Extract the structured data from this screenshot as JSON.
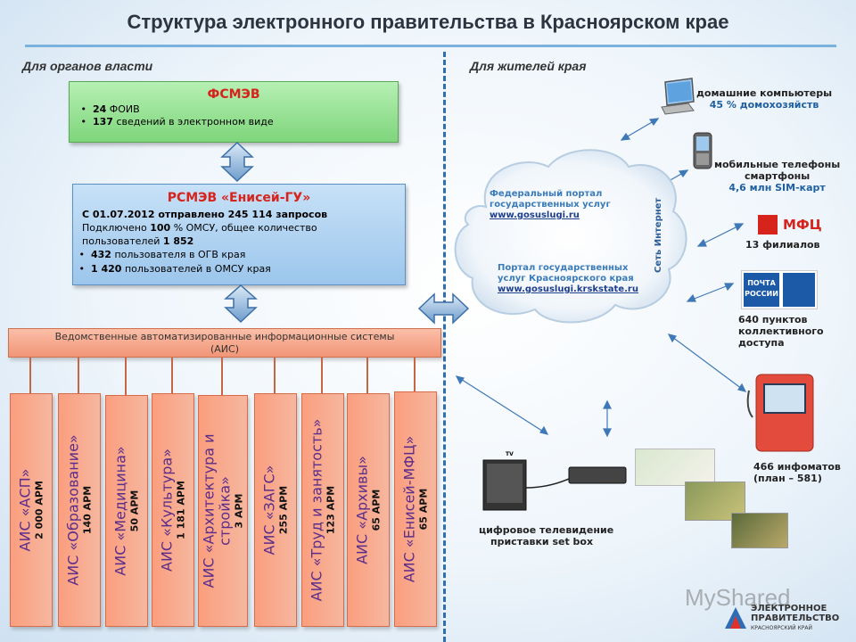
{
  "title": "Структура электронного правительства в Красноярском крае",
  "sections": {
    "left": "Для органов власти",
    "right": "Для жителей края"
  },
  "fsmev": {
    "title": "ФСМЭВ",
    "items": [
      {
        "bold": "24",
        "text": " ФОИВ"
      },
      {
        "bold": "137",
        "text": " сведений в электронном виде"
      }
    ]
  },
  "rsmev": {
    "title": "РСМЭВ «Енисей-ГУ»",
    "line1": "С 01.07.2012 отправлено 245 114 запросов",
    "line2a": "Подключено ",
    "line2b": "100",
    "line2c": " % ОМСУ, общее количество",
    "line3a": "пользователей ",
    "line3b": "1 852",
    "items": [
      {
        "bold": "432",
        "text": " пользователя в ОГВ края"
      },
      {
        "bold": "1 420",
        "text": " пользователей в ОМСУ края"
      }
    ]
  },
  "ais": {
    "header_line1": "Ведомственные автоматизированные информационные системы",
    "header_line2": "(АИС)",
    "systems": [
      {
        "name": "АИС «АСП»",
        "arm": "2 000 АРМ"
      },
      {
        "name": "АИС «Образование»",
        "arm": "140 АРМ"
      },
      {
        "name": "АИС «Медицина»",
        "arm": "50 АРМ"
      },
      {
        "name": "АИС «Культура»",
        "arm": "1 181 АРМ"
      },
      {
        "name": "АИС «Архитектура и стройка»",
        "arm": "3 АРМ"
      },
      {
        "name": "АИС «ЗАГС»",
        "arm": "255 АРМ"
      },
      {
        "name": "АИС «Труд и занятость»",
        "arm": "123 АРМ"
      },
      {
        "name": "АИС «Архивы»",
        "arm": "65 АРМ"
      },
      {
        "name": "АИС «Енисей-МФЦ»",
        "arm": "65 АРМ"
      }
    ]
  },
  "cloud": {
    "portal1_line1": "Федеральный портал",
    "portal1_line2": "государственных услуг",
    "portal1_url": "www.gosuslugi.ru",
    "portal2_line1": "Портал государственных",
    "portal2_line2": "услуг Красноярского края",
    "portal2_url": "www.gosuslugi.krskstate.ru",
    "network": "Сеть Интернет"
  },
  "channels": {
    "pc_line1": "домашние компьютеры",
    "pc_line2": "45 % домохозяйств",
    "mobile_line1": "мобильные телефоны",
    "mobile_line2": "смартфоны",
    "mobile_line3": "4,6 млн SIM-карт",
    "mfc_logo": "МФЦ",
    "mfc_label": "13 филиалов",
    "post_logo": "ПОЧТА РОССИИ",
    "post_line1": "640 пунктов",
    "post_line2": "коллективного",
    "post_line3": "доступа",
    "kiosk_line1": "466 инфоматов",
    "kiosk_line2": "(план – 581)",
    "tv_screen": "TV",
    "tv_line1": "цифровое телевидение",
    "tv_line2": "приставки set box"
  },
  "watermark": "MyShared",
  "egov_logo": {
    "line1": "ЭЛЕКТРОННОЕ",
    "line2": "ПРАВИТЕЛЬСТВО",
    "line3": "КРАСНОЯРСКИЙ КРАЙ"
  },
  "colors": {
    "title_line": "#7bb2dd",
    "divider": "#2f6fb0",
    "red": "#d6241c",
    "green_box": "#8ddc8a",
    "blue_box": "#a9d0f0",
    "orange_box": "#f7a587"
  }
}
